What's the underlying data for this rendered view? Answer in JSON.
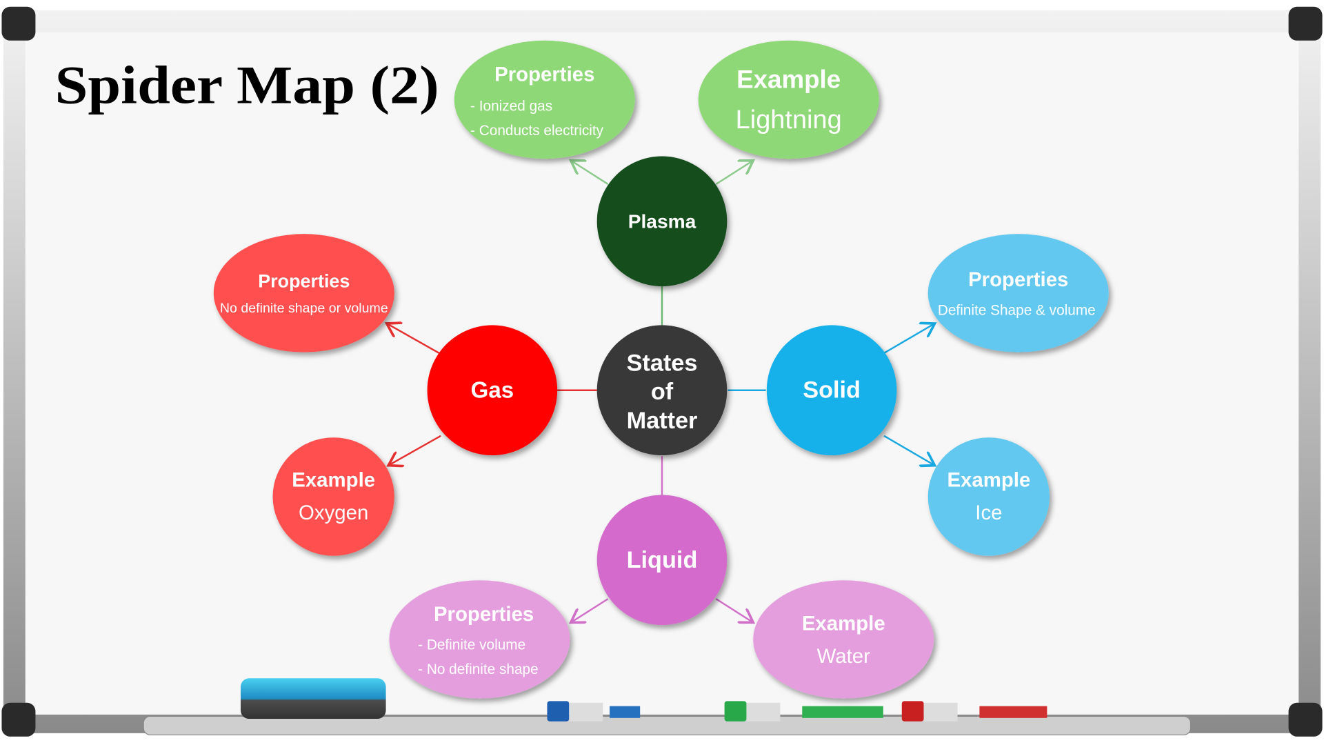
{
  "title": "Spider Map (2)",
  "colors": {
    "plasma": "#154d1f",
    "plasma_light": "#8fd877",
    "center": "#383838",
    "gas": "#ff0000",
    "gas_light": "#ff5050",
    "solid": "#12b0ea",
    "solid_light": "#62c8f0",
    "liquid": "#d46bcc",
    "liquid_light": "#e59edd"
  },
  "center": {
    "lines": [
      "States",
      "of",
      "Matter"
    ]
  },
  "plasma": {
    "label": "Plasma",
    "properties": {
      "heading": "Properties",
      "items": [
        "- Ionized gas",
        "- Conducts electricity"
      ]
    },
    "example": {
      "heading": "Example",
      "value": "Lightning"
    }
  },
  "gas": {
    "label": "Gas",
    "properties": {
      "heading": "Properties",
      "items": [
        "No definite shape or volume"
      ]
    },
    "example": {
      "heading": "Example",
      "value": "Oxygen"
    }
  },
  "solid": {
    "label": "Solid",
    "properties": {
      "heading": "Properties",
      "items": [
        "Definite Shape & volume"
      ]
    },
    "example": {
      "heading": "Example",
      "value": "Ice"
    }
  },
  "liquid": {
    "label": "Liquid",
    "properties": {
      "heading": "Properties",
      "items": [
        "- Definite volume",
        "- No definite shape"
      ]
    },
    "example": {
      "heading": "Example",
      "value": "Water"
    }
  }
}
